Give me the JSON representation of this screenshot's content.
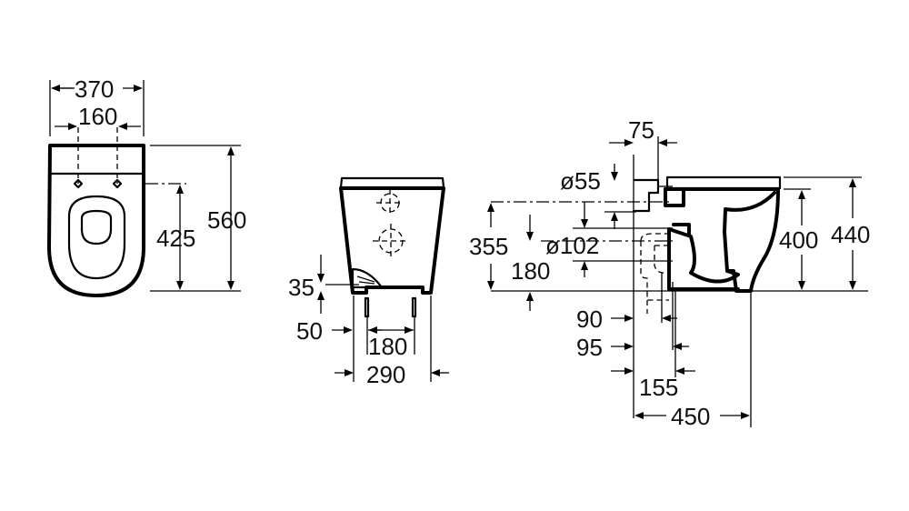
{
  "dimensions": {
    "plan": {
      "overall_width": "370",
      "fixing_spacing": "160",
      "overall_length": "560",
      "fixing_to_rear": "425"
    },
    "front": {
      "inlet_height": "35",
      "fixing_offset": "50",
      "fixing_spacing": "180",
      "overall_width": "290"
    },
    "side": {
      "inlet_offset": "75",
      "inlet_diameter": "ø55",
      "outlet_diameter": "ø102",
      "outlet_height": "180",
      "inlet_height": "355",
      "rim_height": "400",
      "seat_height": "440",
      "pan_offset_90": "90",
      "pan_offset_95": "95",
      "pan_offset_155": "155",
      "projection": "450"
    }
  },
  "colors": {
    "line": "#000000",
    "background": "#ffffff"
  }
}
